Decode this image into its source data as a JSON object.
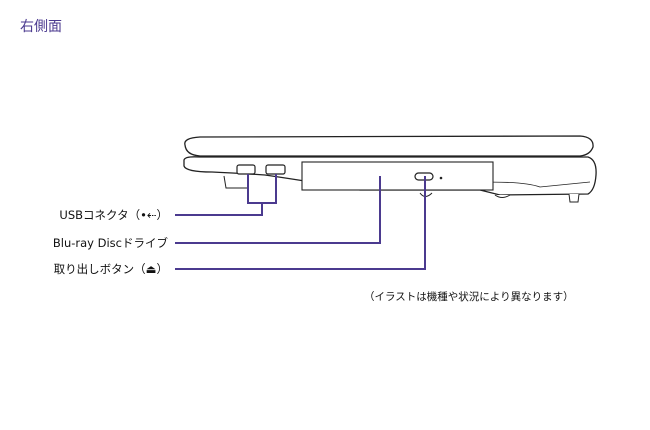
{
  "title": "右側面",
  "labels": {
    "usb": "USBコネクタ（",
    "usb_icon": "usb-icon",
    "usb_close": "）",
    "bluray": "Blu-ray Discドライブ",
    "eject": "取り出しボタン（",
    "eject_icon": "eject-icon",
    "eject_close": "）"
  },
  "note": "（イラストは機種や状況により異なります）",
  "colors": {
    "accent": "#4b3a8f",
    "outline": "#222222"
  }
}
